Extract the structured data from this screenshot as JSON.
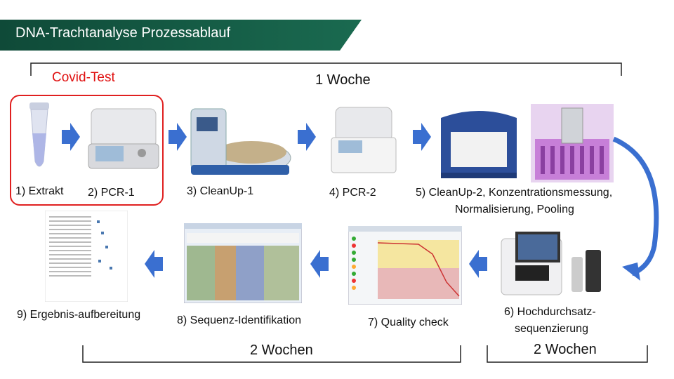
{
  "header": {
    "title": "DNA-Trachtanalyse Prozessablauf"
  },
  "badge": {
    "covid": "Covid-Test"
  },
  "durations": {
    "top": "1 Woche",
    "bottom_left": "2 Wochen",
    "bottom_right": "2 Wochen"
  },
  "steps": [
    {
      "label": "1) Extrakt"
    },
    {
      "label": "2) PCR-1"
    },
    {
      "label": "3) CleanUp-1"
    },
    {
      "label": "4) PCR-2"
    },
    {
      "label_line1": "5) CleanUp-2, Konzentrationsmessung,",
      "label_line2": "Normalisierung, Pooling"
    },
    {
      "label_line1": "6) Hochdurchsatz-",
      "label_line2": "sequenzierung"
    },
    {
      "label": "7) Quality check"
    },
    {
      "label": "8) Sequenz-Identifikation"
    },
    {
      "label": "9) Ergebnis-aufbereitung"
    }
  ],
  "colors": {
    "header_bg": "#0f4a38",
    "arrow": "#3a6fd0",
    "highlight": "#e02020"
  },
  "icons": [
    "tube-icon",
    "thermocycler-icon",
    "robot-icon",
    "plate-reader-icon",
    "pipette-plate-icon",
    "sequencer-icon",
    "qc-screenshot",
    "alignment-screenshot",
    "result-table-image"
  ]
}
